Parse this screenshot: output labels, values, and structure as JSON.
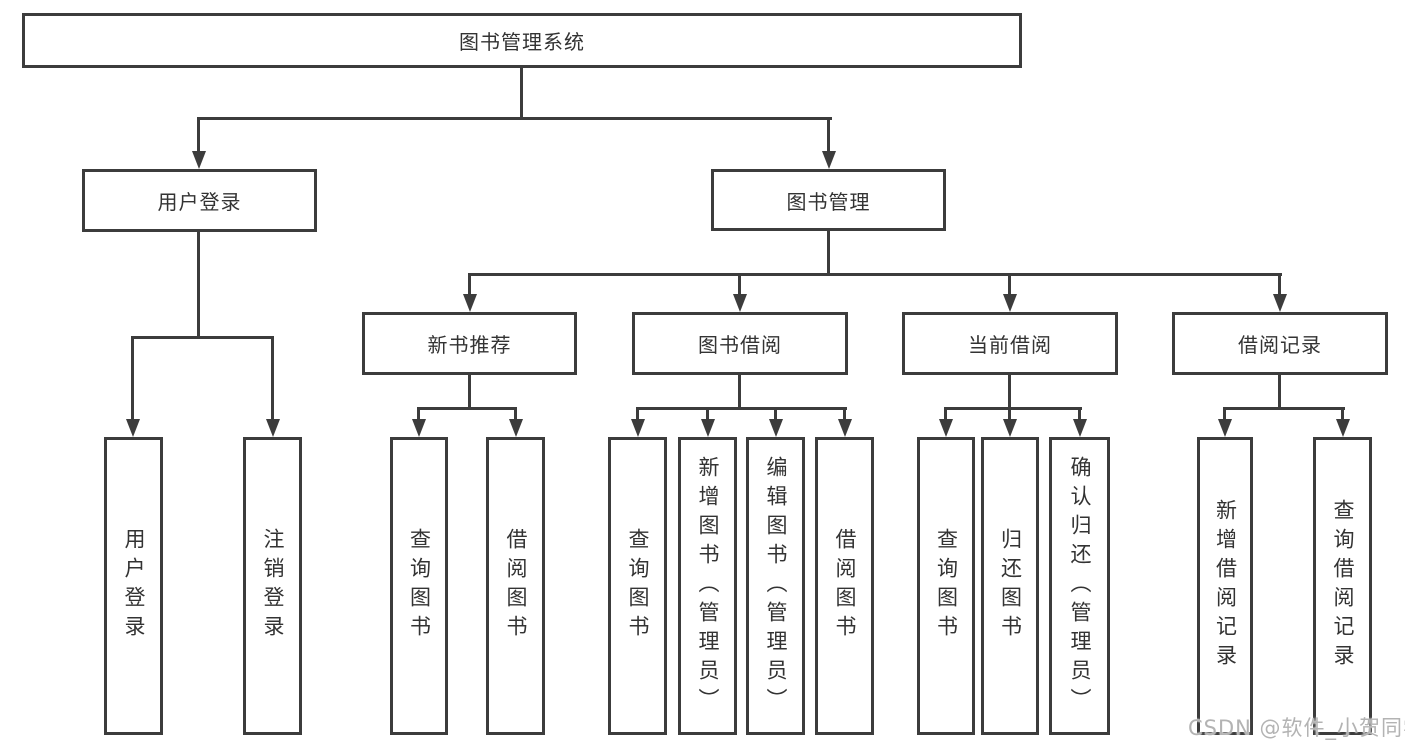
{
  "diagram": {
    "root": {
      "label": "图书管理系统"
    },
    "level2": [
      {
        "label": "用户登录"
      },
      {
        "label": "图书管理"
      }
    ],
    "level3": [
      {
        "label": "新书推荐"
      },
      {
        "label": "图书借阅"
      },
      {
        "label": "当前借阅"
      },
      {
        "label": "借阅记录"
      }
    ],
    "leaves": {
      "user_login": [
        "用户登录",
        "注销登录"
      ],
      "new_books": [
        "查询图书",
        "借阅图书"
      ],
      "borrow": [
        "查询图书",
        "新增图书（管理员）",
        "编辑图书（管理员）",
        "借阅图书"
      ],
      "current": [
        "查询图书",
        "归还图书",
        "确认归还（管理员）"
      ],
      "records": [
        "新增借阅记录",
        "查询借阅记录"
      ]
    }
  },
  "watermark": {
    "text": "CSDN @软件_小贺同学"
  },
  "colors": {
    "line": "#3c3c3c",
    "text": "#333333",
    "watermark": "#b3b3b3",
    "bg": "#ffffff"
  }
}
